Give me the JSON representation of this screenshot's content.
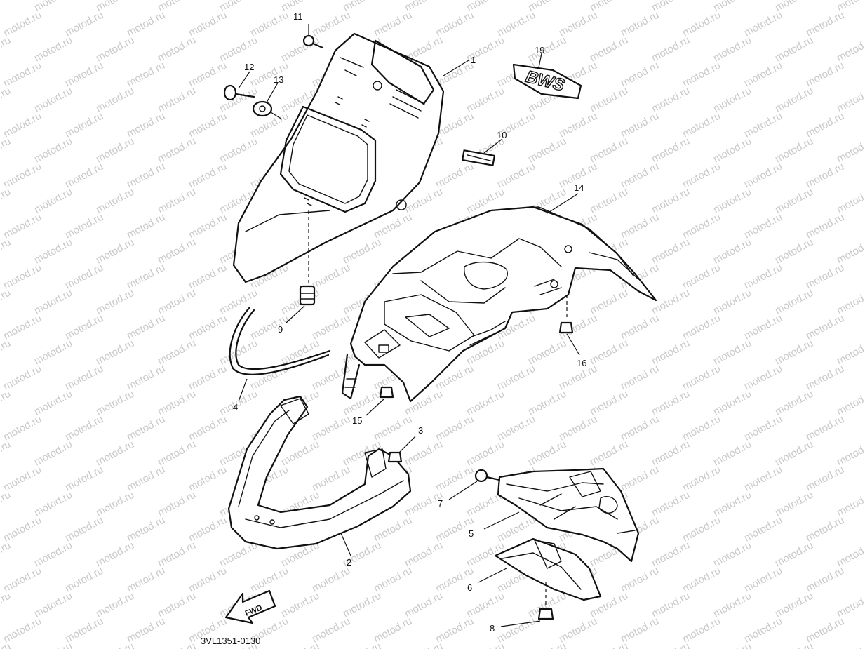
{
  "watermark_text": "motod.ru",
  "diagram_code": "3VL1351-0130",
  "fwd_label": "FWD",
  "badge_text": "BWS",
  "callouts": {
    "p1": "1",
    "p2": "2",
    "p3": "3",
    "p4": "4",
    "p5": "5",
    "p6": "6",
    "p7": "7",
    "p8": "8",
    "p9": "9",
    "p10": "10",
    "p11": "11",
    "p12": "12",
    "p13": "13",
    "p14": "14",
    "p15": "15",
    "p16": "16",
    "p19": "19"
  }
}
